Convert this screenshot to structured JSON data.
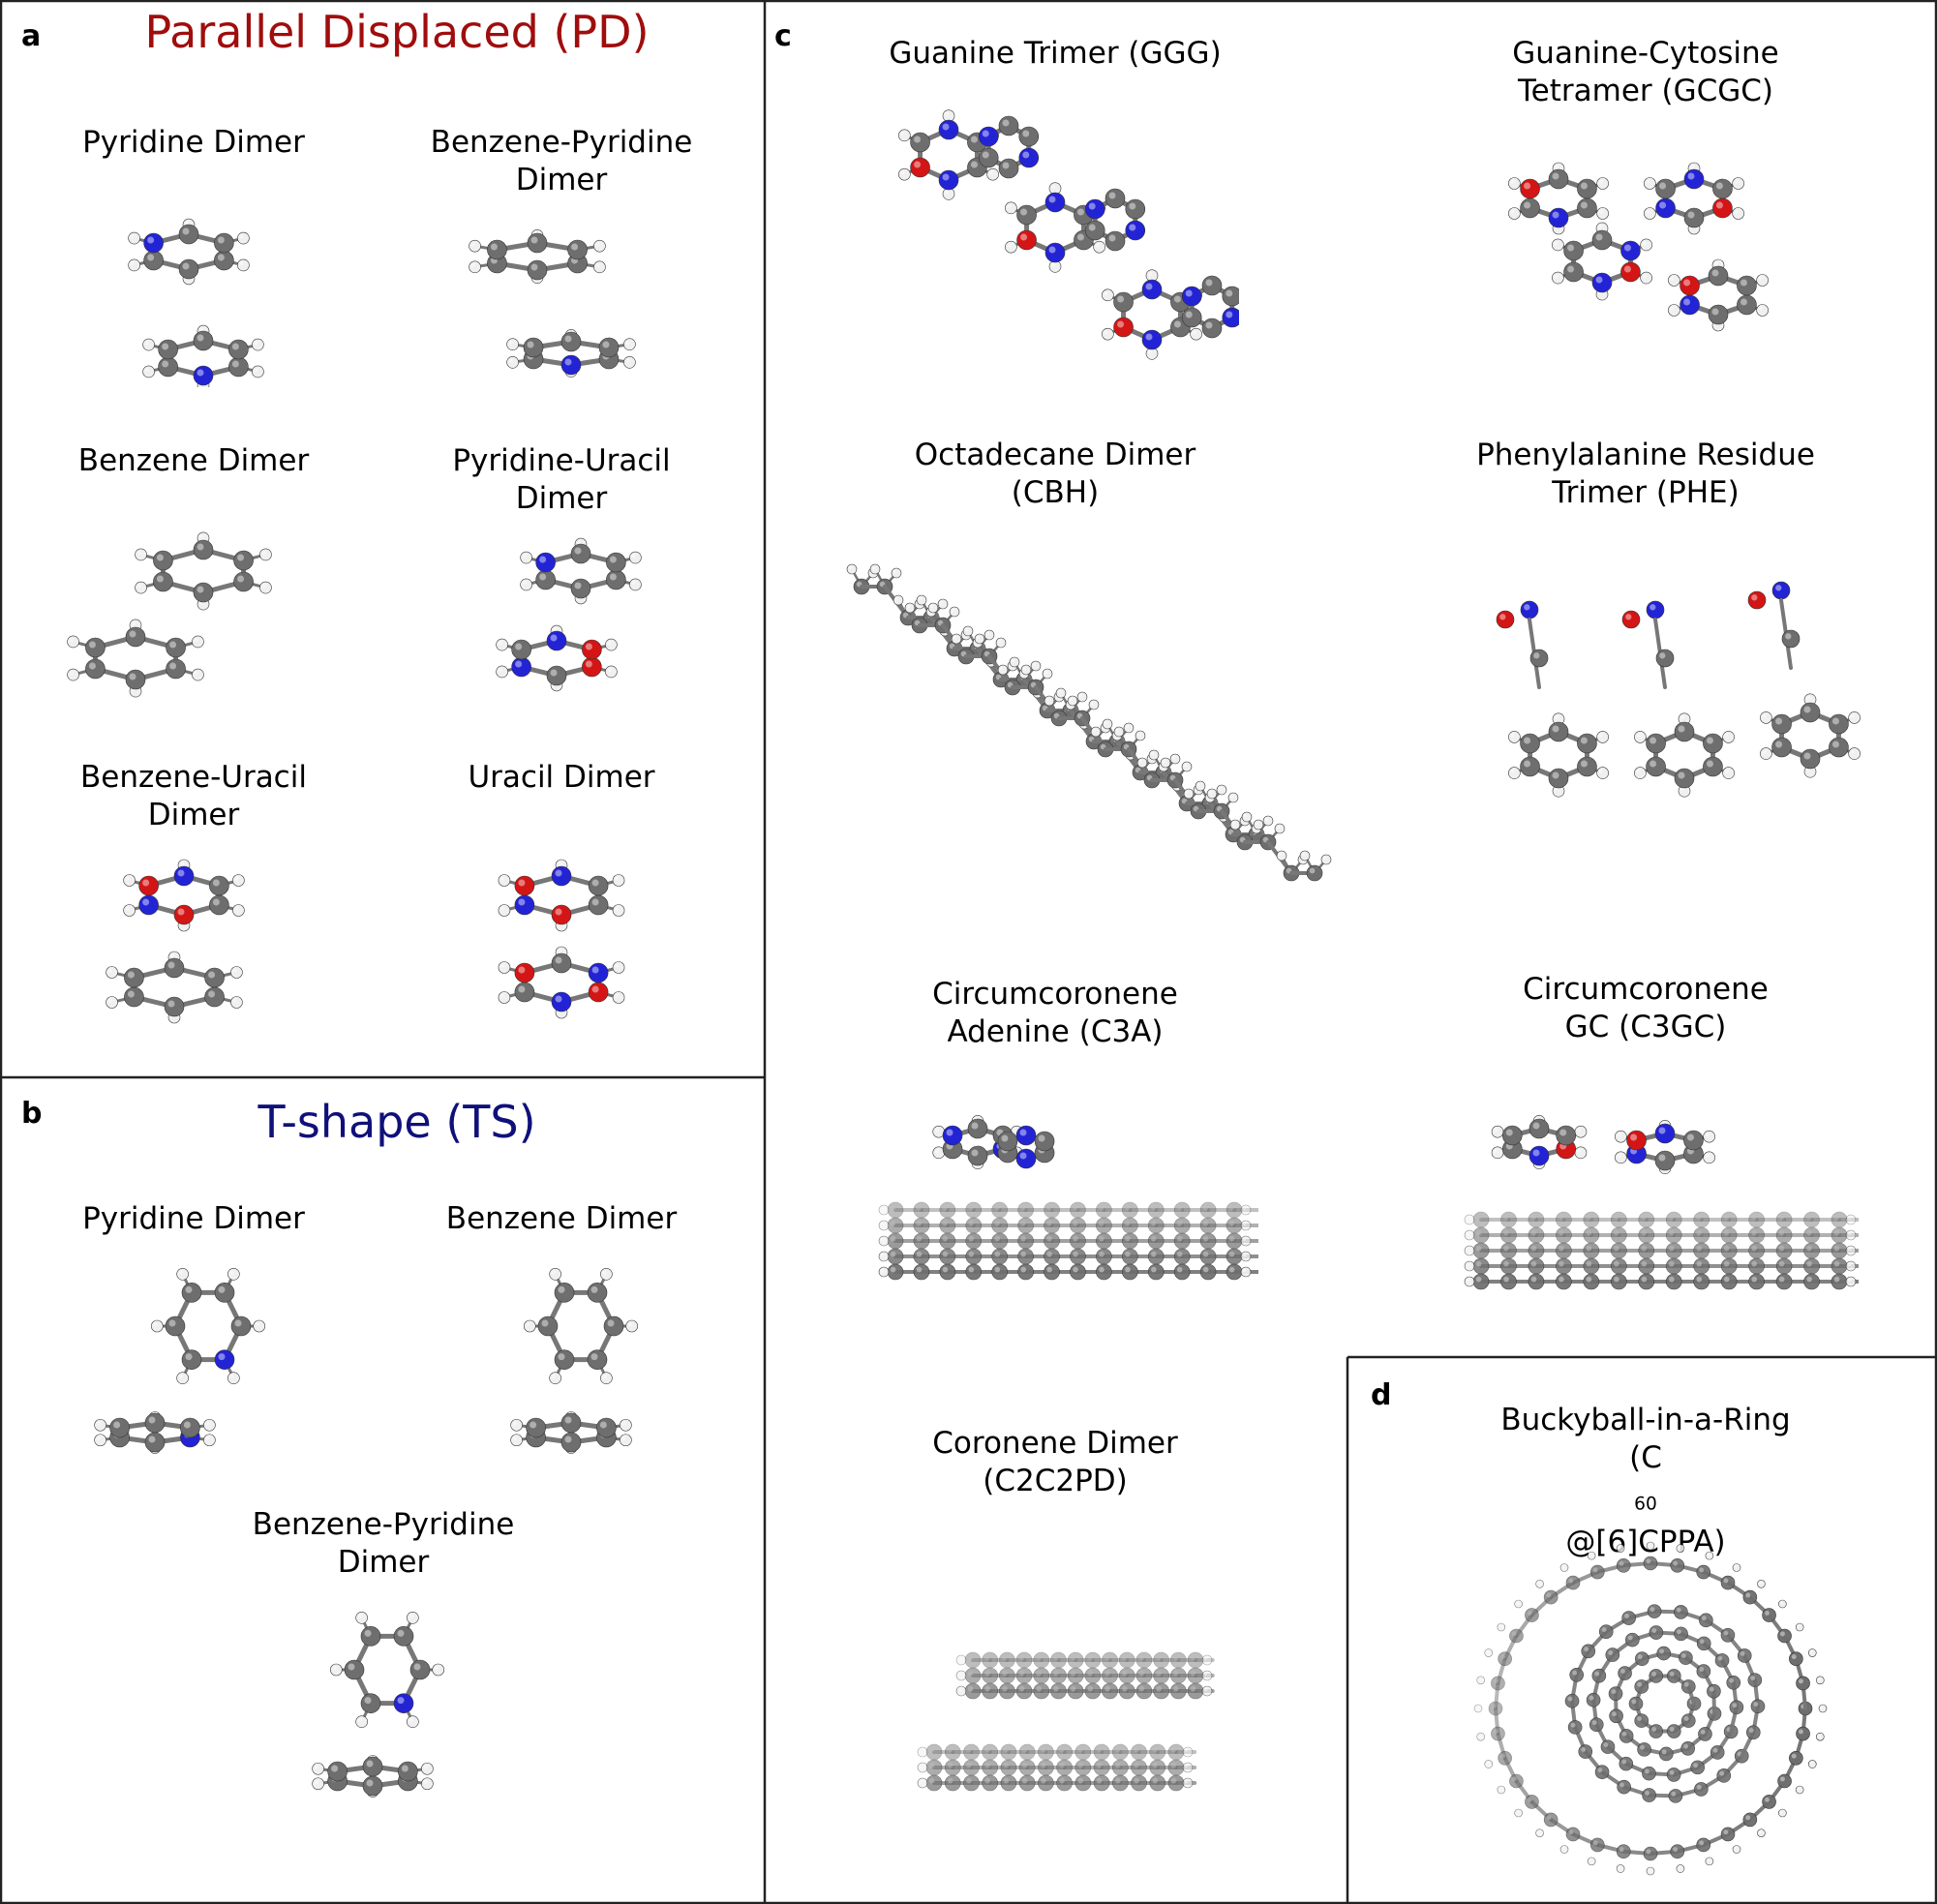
{
  "panels": {
    "a": {
      "letter": "a",
      "title": "Parallel Displaced (PD)",
      "title_color": "#a00d0d"
    },
    "b": {
      "letter": "b",
      "title": "T-shape (TS)",
      "title_color": "#10107a"
    },
    "c": {
      "letter": "c"
    },
    "d": {
      "letter": "d"
    }
  },
  "labels": {
    "a_pyridine": [
      "Pyridine Dimer"
    ],
    "a_benzene_pyridine": [
      "Benzene-Pyridine",
      "Dimer"
    ],
    "a_benzene": [
      "Benzene Dimer"
    ],
    "a_pyridine_uracil": [
      "Pyridine-Uracil",
      "Dimer"
    ],
    "a_benzene_uracil": [
      "Benzene-Uracil",
      "Dimer"
    ],
    "a_uracil": [
      "Uracil Dimer"
    ],
    "b_pyridine": [
      "Pyridine Dimer"
    ],
    "b_benzene": [
      "Benzene Dimer"
    ],
    "b_benzene_pyridine": [
      "Benzene-Pyridine",
      "Dimer"
    ],
    "c_ggg": [
      "Guanine Trimer (GGG)"
    ],
    "c_gcgc": [
      "Guanine-Cytosine",
      "Tetramer (GCGC)"
    ],
    "c_cbh": [
      "Octadecane Dimer",
      "(CBH)"
    ],
    "c_phe": [
      "Phenylalanine Residue",
      "Trimer (PHE)"
    ],
    "c_c3a": [
      "Circumcoronene",
      "Adenine (C3A)"
    ],
    "c_c3gc": [
      "Circumcoronene",
      "GC (C3GC)"
    ],
    "c_c2c2pd": [
      "Coronene Dimer",
      "(C2C2PD)"
    ],
    "d_bucky_line1": "Buckyball-in-a-Ring",
    "d_bucky_pre": "(C",
    "d_bucky_sub": "60",
    "d_bucky_post": "@[6]CPPA)"
  },
  "atom_colors": {
    "carbon": "#6e6e6e",
    "nitrogen": "#2323d6",
    "oxygen": "#d41515",
    "hydrogen": "#f0f0f0"
  }
}
